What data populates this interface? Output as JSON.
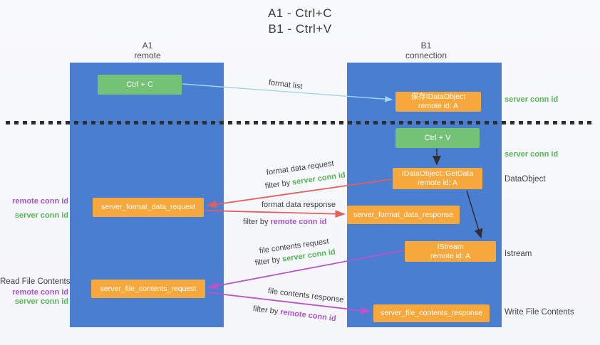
{
  "colors": {
    "column_blue": "#4a7ed0",
    "box_green": "#74c276",
    "box_orange": "#f7a83d",
    "arrow_red": "#e25f5f",
    "arrow_magenta": "#bb53c9",
    "arrow_lightblue": "#a3d3f2",
    "arrow_black": "#2f2f2f",
    "text_green": "#55b555",
    "text_purple": "#a855c8"
  },
  "title": {
    "line1": "A1 - Ctrl+C",
    "line2": "B1 - Ctrl+V"
  },
  "columns": {
    "left": {
      "id": "A1",
      "role": "remote"
    },
    "right": {
      "id": "B1",
      "role": "connection"
    }
  },
  "boxes": {
    "ctrl_c": "Ctrl + C",
    "ctrl_v": "Ctrl + V",
    "save_idataobject": {
      "line1": "保存IDataObject",
      "line2": "remote id: A"
    },
    "getdata": {
      "line1": "IDataObject::GetData",
      "line2": "remote id: A"
    },
    "istream": {
      "line1": "IStream",
      "line2": "remote id: A"
    },
    "format_request": "server_format_data_request",
    "format_response": "server_format_data_response",
    "file_request": "server_file_contents_request",
    "file_response": "server_file_contents_response"
  },
  "arrow_labels": {
    "format_list": "format list",
    "format_data_request": "format data request",
    "filter_by_1": "filter by ",
    "server_conn_id_1": "server conn id",
    "format_data_response": "format data response",
    "filter_by_2": "filter by ",
    "remote_conn_id_2": "remote conn id",
    "file_contents_request": "file contents request",
    "filter_by_3": "filter by ",
    "server_conn_id_3": "server conn id",
    "file_contents_response": "file contents response",
    "filter_by_4": "filter by ",
    "remote_conn_id_4": "remote conn id"
  },
  "side_labels": {
    "right_server_conn_id_1": "server conn id",
    "right_server_conn_id_2": "server conn id",
    "dataobject": "DataObject",
    "istream": "Istream",
    "write_file_contents": "Write File Contents",
    "left_remote_conn_id_1": "remote conn id",
    "left_server_conn_id_1": "server conn id",
    "read_file_contents": "Read File Contents",
    "left_remote_conn_id_2": "remote conn id",
    "left_server_conn_id_2": "server conn id"
  }
}
